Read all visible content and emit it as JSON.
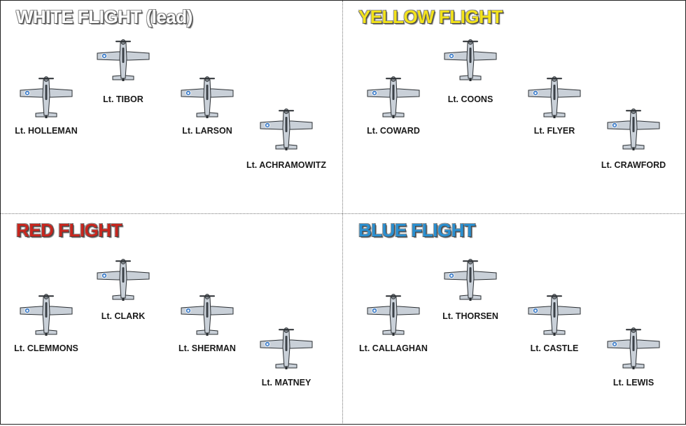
{
  "flights": [
    {
      "title": "WHITE FLIGHT (lead)",
      "color": "#ffffff",
      "pilots": [
        "Lt. HOLLEMAN",
        "Lt. TIBOR",
        "Lt. LARSON",
        "Lt. ACHRAMOWITZ"
      ]
    },
    {
      "title": "YELLOW FLIGHT",
      "color": "#f2e21a",
      "pilots": [
        "Lt. COWARD",
        "Lt. COONS",
        "Lt. FLYER",
        "Lt. CRAWFORD"
      ]
    },
    {
      "title": "RED FLIGHT",
      "color": "#c8261e",
      "pilots": [
        "Lt. CLEMMONS",
        "Lt. CLARK",
        "Lt. SHERMAN",
        "Lt. MATNEY"
      ]
    },
    {
      "title": "BLUE FLIGHT",
      "color": "#2a8fd0",
      "pilots": [
        "Lt. CALLAGHAN",
        "Lt. THORSEN",
        "Lt. CASTLE",
        "Lt. LEWIS"
      ]
    }
  ],
  "colors": {
    "aircraft_fill": "#c9d0d8",
    "aircraft_outline": "#2b2f33",
    "insignia": "#2f73c4"
  },
  "icon": "p51-mustang-top-view-icon"
}
